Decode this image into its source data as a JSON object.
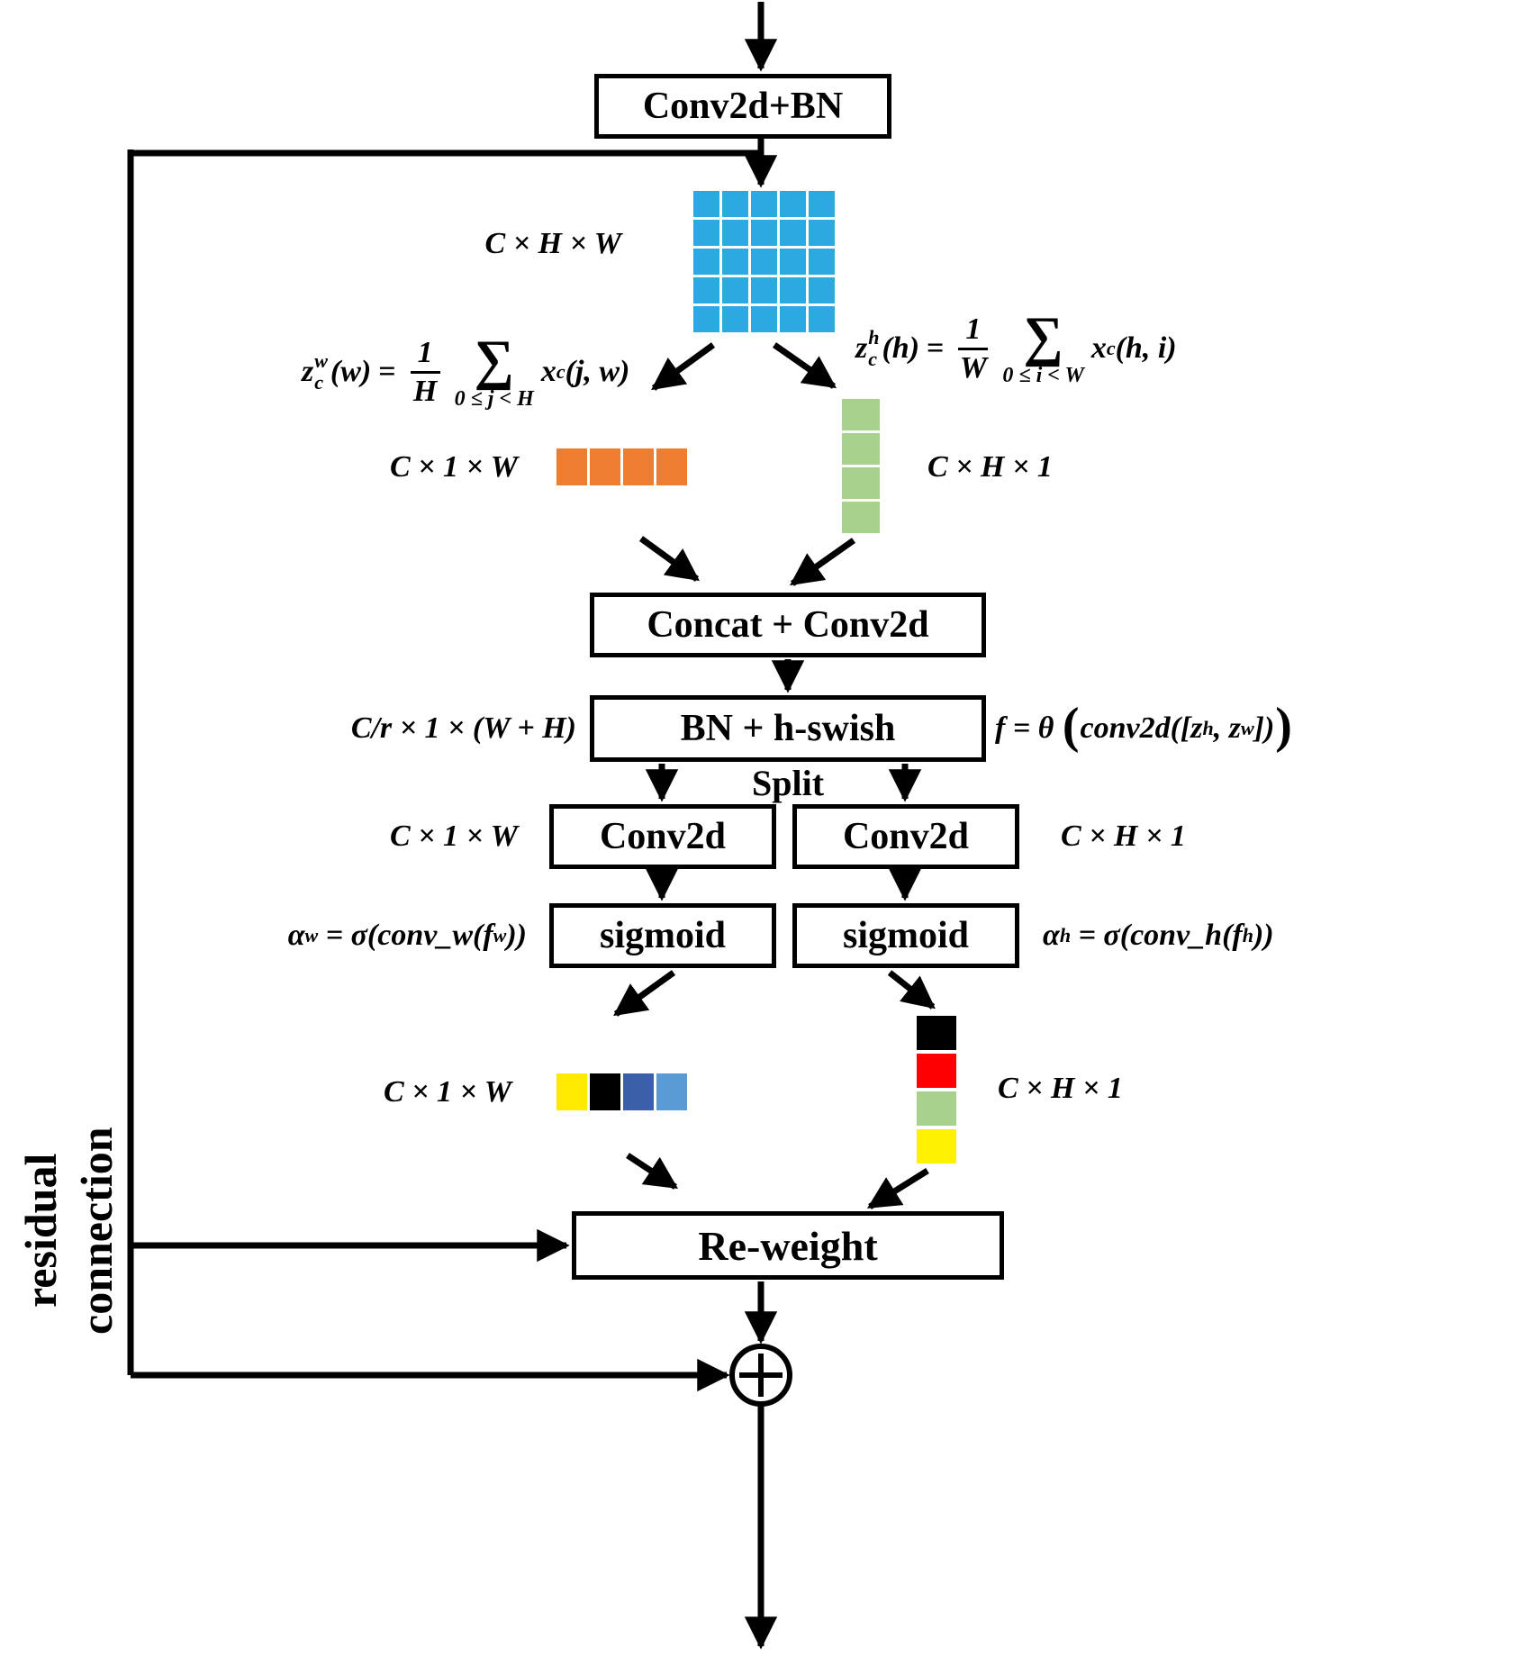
{
  "boxes": {
    "conv2d_bn": "Conv2d+BN",
    "concat_conv2d": "Concat + Conv2d",
    "bn_hswish": "BN + h-swish",
    "conv2d_w": "Conv2d",
    "conv2d_h": "Conv2d",
    "sigmoid_w": "sigmoid",
    "sigmoid_h": "sigmoid",
    "reweight": "Re-weight"
  },
  "labels": {
    "split": "Split",
    "dim_input": "C × H × W",
    "dim_pool_w": "C × 1 × W",
    "dim_pool_h": "C × H × 1",
    "dim_bottleneck": "C/r × 1 × (W + H)",
    "dim_conv_w": "C × 1 × W",
    "dim_conv_h": "C × H × 1",
    "dim_att_w": "C × 1 × W",
    "dim_att_h": "C × H × 1",
    "residual_word1": "residual",
    "residual_word2": "connection"
  },
  "formulas": {
    "pool_w": {
      "z": "z",
      "sup": "w",
      "sub": "c",
      "arg": "(w)",
      "eq": "=",
      "num": "1",
      "den": "H",
      "sigma": "∑",
      "cond": "0 ≤ j < H",
      "x": "x",
      "xsub": "c",
      "xarg": "(j, w)"
    },
    "pool_h": {
      "z": "z",
      "sup": "h",
      "sub": "c",
      "arg": "(h)",
      "eq": "=",
      "num": "1",
      "den": "W",
      "sigma": "∑",
      "cond": "0 ≤ i < W",
      "x": "x",
      "xsub": "c",
      "xarg": "(h, i)"
    },
    "f": {
      "lead": "f = θ ",
      "open": "(",
      "p1": "conv2d([z",
      "sup1": "h",
      "p2": ", z",
      "sup2": "w",
      "p3": "])",
      "close": ")"
    },
    "alpha_w": {
      "a": "α",
      "asup": "w",
      "mid": " = σ(conv_w(f",
      "fsup": "w",
      "end": "))"
    },
    "alpha_h": {
      "a": "α",
      "asup": "h",
      "mid": " = σ(conv_h(f",
      "fsup": "h",
      "end": "))"
    }
  },
  "colors": {
    "grid_blue": "#2BA9E1",
    "pool_orange": "#ED7D31",
    "pool_green": "#A9D18E",
    "attw_cells": [
      "#FFE900",
      "#000000",
      "#3B5FA8",
      "#5B9BD5"
    ],
    "atth_cells": [
      "#000000",
      "#FF0000",
      "#A9D18E",
      "#FFF200"
    ]
  }
}
